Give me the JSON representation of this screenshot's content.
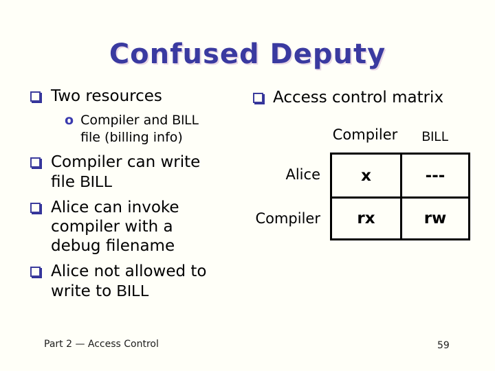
{
  "slide": {
    "title": "Confused Deputy",
    "colors": {
      "background": "#fffff8",
      "title": "#3a3aa0",
      "bullet_square": "#3b3b9c",
      "sub_bullet": "#3a3aae",
      "body_text": "#000000",
      "footer_text": "#1c1c1c",
      "table_border": "#000000"
    }
  },
  "bullets": {
    "sub_glyph": "o"
  },
  "left": {
    "items": [
      {
        "lines": [
          [
            "Two resources"
          ]
        ]
      },
      {
        "lines": [
          [
            "Compiler and ",
            "BILL"
          ],
          [
            "file (billing info)"
          ]
        ]
      },
      {
        "lines": [
          [
            "Compiler can write"
          ],
          [
            "file ",
            "BILL"
          ]
        ]
      },
      {
        "lines": [
          [
            "Alice can invoke"
          ],
          [
            "compiler with a"
          ],
          [
            "debug filename"
          ]
        ]
      },
      {
        "lines": [
          [
            "Alice not allowed to"
          ],
          [
            "write to ",
            "BILL"
          ]
        ]
      }
    ]
  },
  "right": {
    "heading": "Access control matrix",
    "matrix": {
      "col_headers": [
        "Compiler",
        "BILL"
      ],
      "rows": [
        {
          "label": "Alice",
          "cells": [
            "x",
            "---"
          ]
        },
        {
          "label": "Compiler",
          "cells": [
            "rx",
            "rw"
          ]
        }
      ]
    }
  },
  "footer": {
    "left": "Part 2 — Access Control",
    "page_number": "59"
  }
}
